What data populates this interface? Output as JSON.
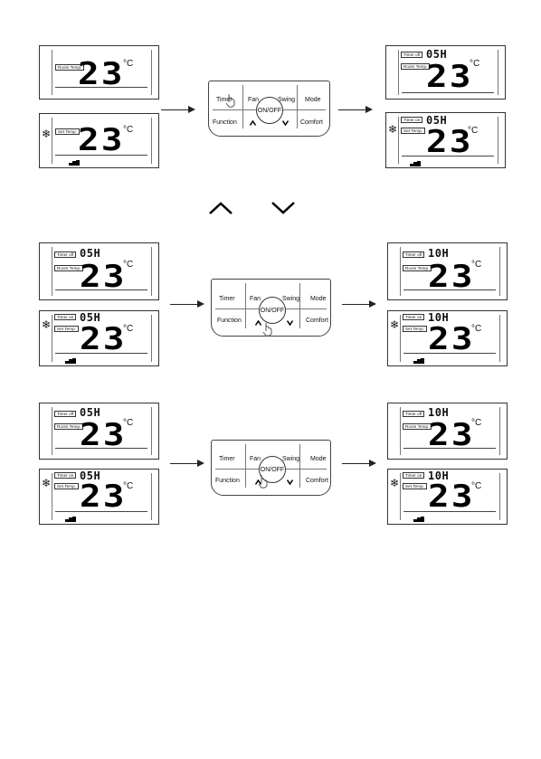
{
  "unit": "°C",
  "remote": {
    "timer": "Timer",
    "fan": "Fan",
    "swing": "Swing",
    "mode": "Mode",
    "function": "Function",
    "onoff": "ON/OFF",
    "comfort": "Comfort",
    "up_icon": "chevron-up-icon",
    "down_icon": "chevron-down-icon"
  },
  "rows": [
    {
      "left_top": {
        "timer_label": "",
        "timer_value": "",
        "temp_label": "Room Temp.",
        "temp": "23"
      },
      "left_bottom": {
        "timer_label": "",
        "timer_value": "",
        "temp_label": "Set Temp.",
        "temp": "23"
      },
      "right_top": {
        "timer_label": "Timer off",
        "timer_value": "05H",
        "temp_label": "Room Temp.",
        "temp": "23"
      },
      "right_bottom": {
        "timer_label": "Timer on",
        "timer_value": "05H",
        "temp_label": "Set Temp.",
        "temp": "23"
      }
    },
    {
      "left_top": {
        "timer_label": "Timer off",
        "timer_value": "05H",
        "temp_label": "Room Temp.",
        "temp": "23"
      },
      "left_bottom": {
        "timer_label": "Timer on",
        "timer_value": "05H",
        "temp_label": "Set Temp.",
        "temp": "23"
      },
      "right_top": {
        "timer_label": "Timer off",
        "timer_value": "10H",
        "temp_label": "Room Temp.",
        "temp": "23"
      },
      "right_bottom": {
        "timer_label": "Timer on",
        "timer_value": "10H",
        "temp_label": "Set Temp.",
        "temp": "23"
      }
    },
    {
      "left_top": {
        "timer_label": "Timer off",
        "timer_value": "05H",
        "temp_label": "Room Temp.",
        "temp": "23"
      },
      "left_bottom": {
        "timer_label": "Timer on",
        "timer_value": "05H",
        "temp_label": "Set Temp.",
        "temp": "23"
      },
      "right_top": {
        "timer_label": "Timer off",
        "timer_value": "10H",
        "temp_label": "Room Temp.",
        "temp": "23"
      },
      "right_bottom": {
        "timer_label": "Timer on",
        "timer_value": "10H",
        "temp_label": "Set Temp.",
        "temp": "23"
      }
    }
  ]
}
